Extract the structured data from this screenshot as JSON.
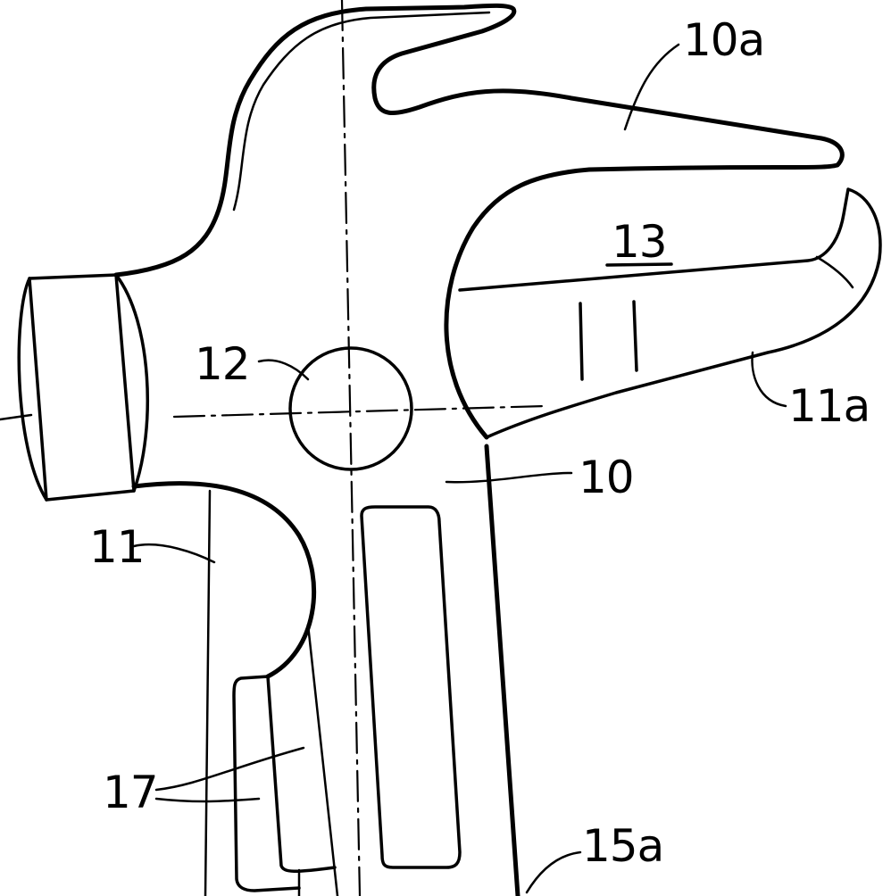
{
  "labels": {
    "l10a": "10a",
    "l13": "13",
    "l12": "12",
    "l11a": "11a",
    "l10": "10",
    "l11": "11",
    "l17": "17",
    "l15a": "15a"
  }
}
